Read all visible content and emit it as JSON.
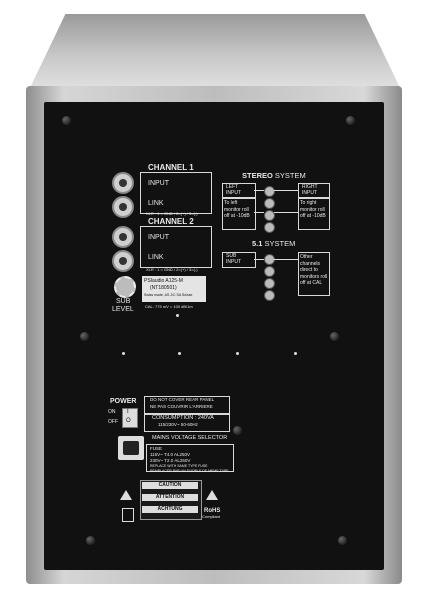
{
  "channel1": {
    "title": "CHANNEL 1",
    "input": "INPUT",
    "link": "LINK"
  },
  "channel2": {
    "title": "CHANNEL 2",
    "input": "INPUT",
    "link": "LINK"
  },
  "xlr_pinout": "XLR : 1 = GND / 2=(+) / 3=(-)",
  "sub_level": {
    "line1": "SUB",
    "line2": "LEVEL"
  },
  "serial_label": {
    "model": "PSIaudio A125-M",
    "serial": "(NT180501)",
    "made": "Swiss made, AS J/C SA Suisse",
    "cal": "CAL: 775 mV = 100 dB/1m"
  },
  "stereo": {
    "title_bold": "STEREO",
    "title_rest": " SYSTEM",
    "left_input": "LEFT INPUT",
    "right_input": "RIGHT INPUT",
    "to_left": "To left monitor roll off at -10dB",
    "to_right": "To right monitor roll off at -10dB"
  },
  "system51": {
    "title_bold": "5.1",
    "title_rest": " SYSTEM",
    "sub_input": "SUB INPUT",
    "other": "Other channels direct to monitors roll off at CAL"
  },
  "power": {
    "label": "POWER",
    "on": "ON",
    "off": "OFF",
    "on_sym": "I",
    "off_sym": "O"
  },
  "notice": {
    "line1": "DO NOT COVER REAR PANEL",
    "line2": "NE PAS COUVRIR L'ARRIERE"
  },
  "consumption": {
    "line1": "CONSUMPTION : 240VA",
    "line2": "115/230V~ 50-60Hz"
  },
  "mains": {
    "title": "MAINS VOLTAGE SELECTOR",
    "fuse": "FUSE",
    "v115": "115V~ T4.0   AL250V",
    "v230": "230V~ T2.0   AL250V",
    "replace1": "REPLACE WITH SAME TYPE FUSE",
    "replace2": "REMPLACER PAR UN FUSIBLE DE MEME TYPE"
  },
  "warnings": {
    "caution": "CAUTION",
    "attention": "ATTENTION",
    "achtung": "ACHTUNG"
  },
  "rohs": {
    "line1": "RoHS",
    "line2": "Compliant"
  }
}
